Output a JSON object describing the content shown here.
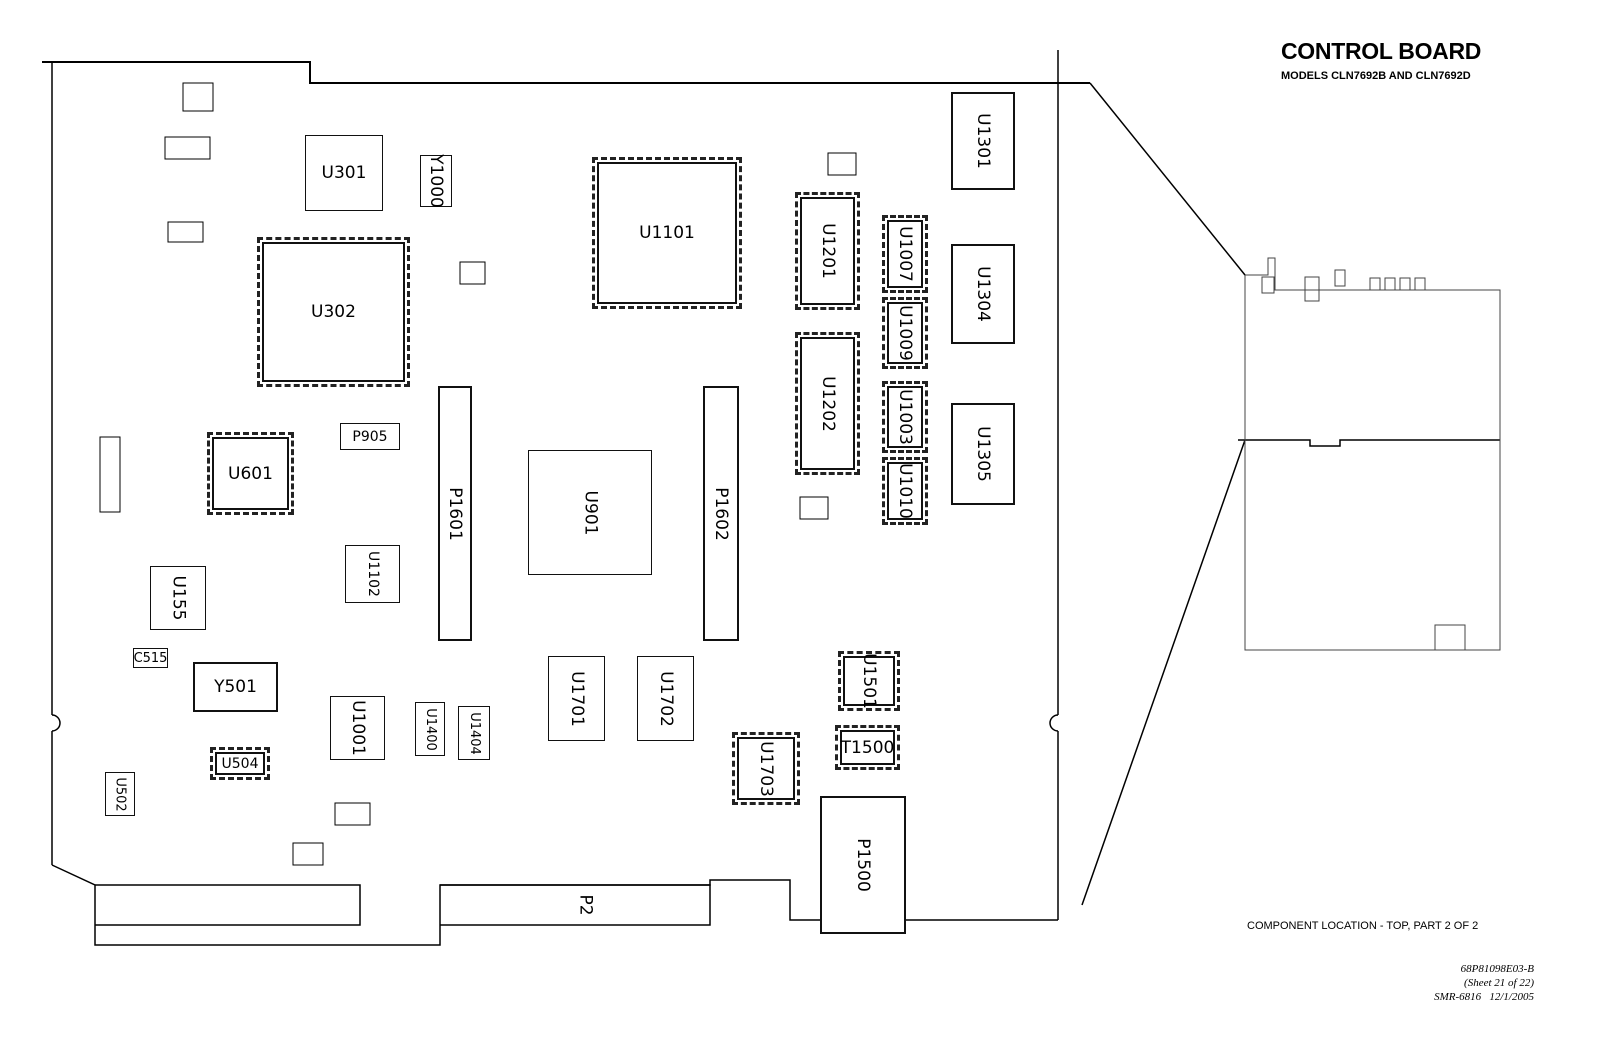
{
  "header": {
    "title": "CONTROL BOARD",
    "subtitle": "MODELS CLN7692B AND CLN7692D"
  },
  "caption": "COMPONENT LOCATION - TOP, PART 2 OF 2",
  "document": {
    "part_number": "68P81098E03-B",
    "sheet": "(Sheet 21 of 22)",
    "reference": "SMR-6816",
    "date": "12/1/2005"
  },
  "components": {
    "u301": "U301",
    "y1000": "Y1000",
    "u302": "U302",
    "u1101": "U1101",
    "u1201": "U1201",
    "u1202": "U1202",
    "u1007": "U1007",
    "u1009": "U1009",
    "u1003": "U1003",
    "u1010": "U1010",
    "u1301": "U1301",
    "u1304": "U1304",
    "u1305": "U1305",
    "p905": "P905",
    "u601": "U601",
    "p1601": "P1601",
    "p1602": "P1602",
    "u901": "U901",
    "u1102": "U1102",
    "u155": "U155",
    "c515": "C515",
    "y501": "Y501",
    "u1001": "U1001",
    "u1400": "U1400",
    "u1404": "U1404",
    "u1701": "U1701",
    "u1702": "U1702",
    "u1703": "U1703",
    "u1501": "U1501",
    "t1500": "T1500",
    "p1500": "P1500",
    "u504": "U504",
    "u502": "U502",
    "p2": "P2"
  }
}
